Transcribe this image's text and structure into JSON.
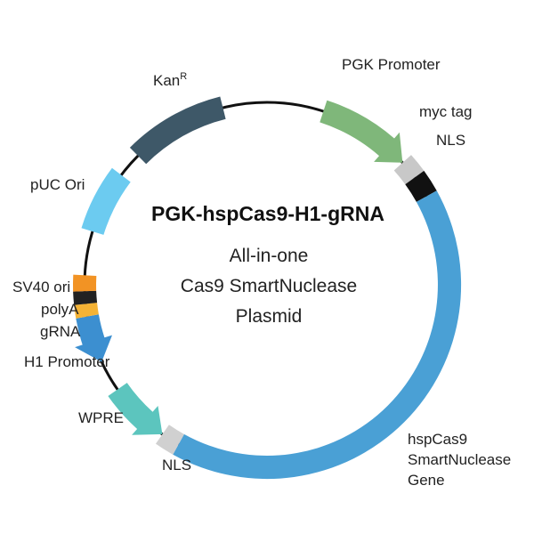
{
  "plasmid": {
    "name": "PGK-hspCas9-H1-gRNA",
    "description_lines": [
      "All-in-one",
      "Cas9 SmartNuclease",
      "Plasmid"
    ]
  },
  "colors": {
    "backbone": "#111111",
    "pgk_promoter": "#7fb77a",
    "myc_tag": "#c8c8c8",
    "nls": "#111111",
    "hspcas9": "#4aa0d5",
    "nls2": "#d0d0d0",
    "wpre": "#5cc5be",
    "h1_promoter": "#3c8fd0",
    "grna": "#f5b335",
    "polya": "#222222",
    "sv40_ori": "#f29324",
    "puc_ori": "#6ccbf0",
    "kanr": "#3e5868"
  },
  "features": {
    "pgk_promoter": "PGK Promoter",
    "myc_tag": "myc tag",
    "nls_top": "NLS",
    "hspcas9_line1": "hspCas9",
    "hspcas9_line2": "SmartNuclease",
    "hspcas9_line3": "Gene",
    "nls_bottom": "NLS",
    "wpre": "WPRE",
    "h1_promoter": "H1 Promoter",
    "grna": "gRNA",
    "polya": "polyA",
    "sv40_ori": "SV40 ori",
    "puc_ori": "pUC Ori",
    "kanr_base": "Kan",
    "kanr_sup": "R"
  }
}
